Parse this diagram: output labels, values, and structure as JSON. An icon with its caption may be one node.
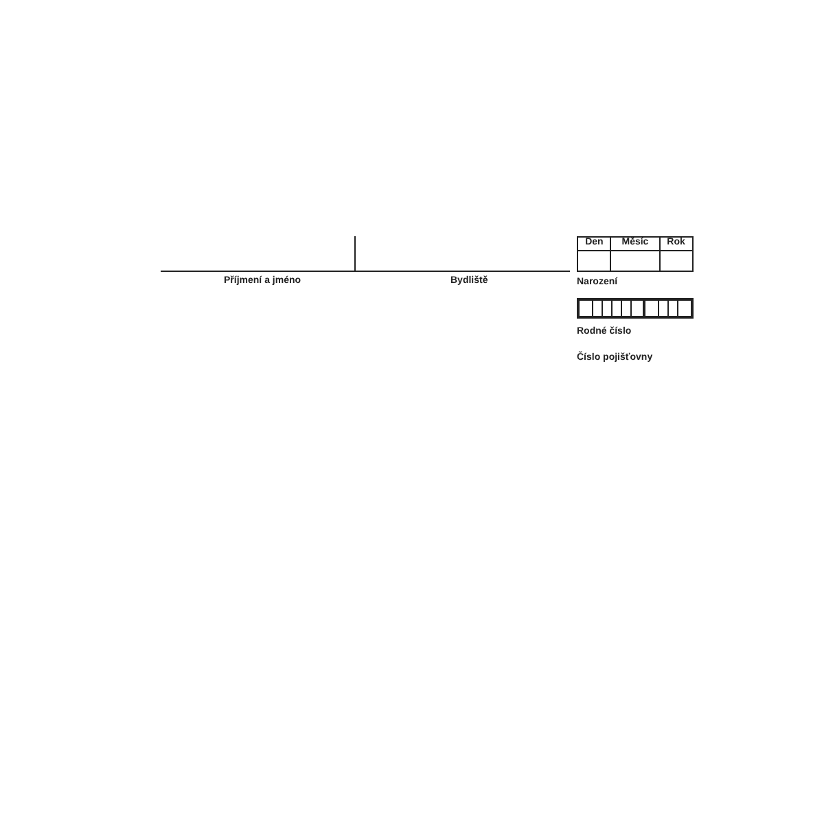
{
  "diagram": {
    "labels": [
      "Den",
      "Měsíc",
      "Rok",
      "Příjmení a jméno",
      "Bydliště",
      "Narození",
      "Rodné číslo",
      "Číslo pojišťovny"
    ]
  }
}
